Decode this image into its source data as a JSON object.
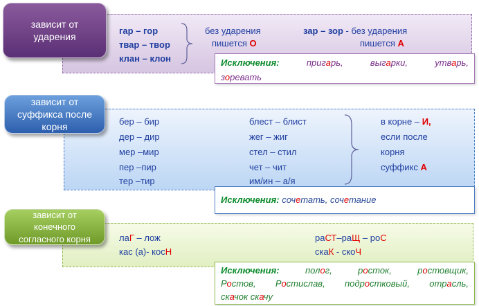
{
  "section1": {
    "label_line1": "зависит от",
    "label_line2": "ударения",
    "rows": [
      {
        "pair": "гар – гор"
      },
      {
        "pair": "твар – твор"
      },
      {
        "pair": "клан – клон"
      }
    ],
    "mid_line1": "без ударения",
    "mid_line2": "пишется ",
    "mid_letter": "О",
    "right_pair": "зар – зор",
    "right_line1": " - без ударения",
    "right_line2": "пишется ",
    "right_letter": "А",
    "exceptions_head": "Исключения:",
    "exceptions": [
      "пригарь,",
      "выгарки,",
      "утварь,",
      "зоревать"
    ]
  },
  "section2": {
    "label_line1": "зависит от",
    "label_line2": "суффикса после",
    "label_line3": "корня",
    "col1": [
      "бер – бир",
      "дер – дир",
      "мер –мир",
      "пер –пир",
      "тер –тир"
    ],
    "col2": [
      "блест – блист",
      "жег – жиг",
      "стел – стил",
      "чет – чит",
      "им/ин – а/я"
    ],
    "col3_line1": "в корне – ",
    "col3_letter1": "И,",
    "col3_line2": "если после",
    "col3_line3": "корня",
    "col3_line4": "суффикс ",
    "col3_letter2": "А",
    "exceptions_head": "Исключения:",
    "exceptions_text": "сочетать, сочетание"
  },
  "section3": {
    "label_line1": "зависит от",
    "label_line2": "конечного",
    "label_line3": "согласного корня",
    "left_row1": "лаГ – лож",
    "left_row2": "кас (а)- косН",
    "right_row1": "раСТ–раЩ – роС",
    "right_row2": "скаК - скоЧ",
    "exceptions_head": "Исключения:",
    "exceptions_line1": [
      "полог,",
      "росток,",
      "ростовщик,"
    ],
    "exceptions_line2": [
      "Ростов,",
      "Ростислав,",
      "подростковый,",
      "отрасль,"
    ],
    "exceptions_line3": "скачок скачу"
  }
}
